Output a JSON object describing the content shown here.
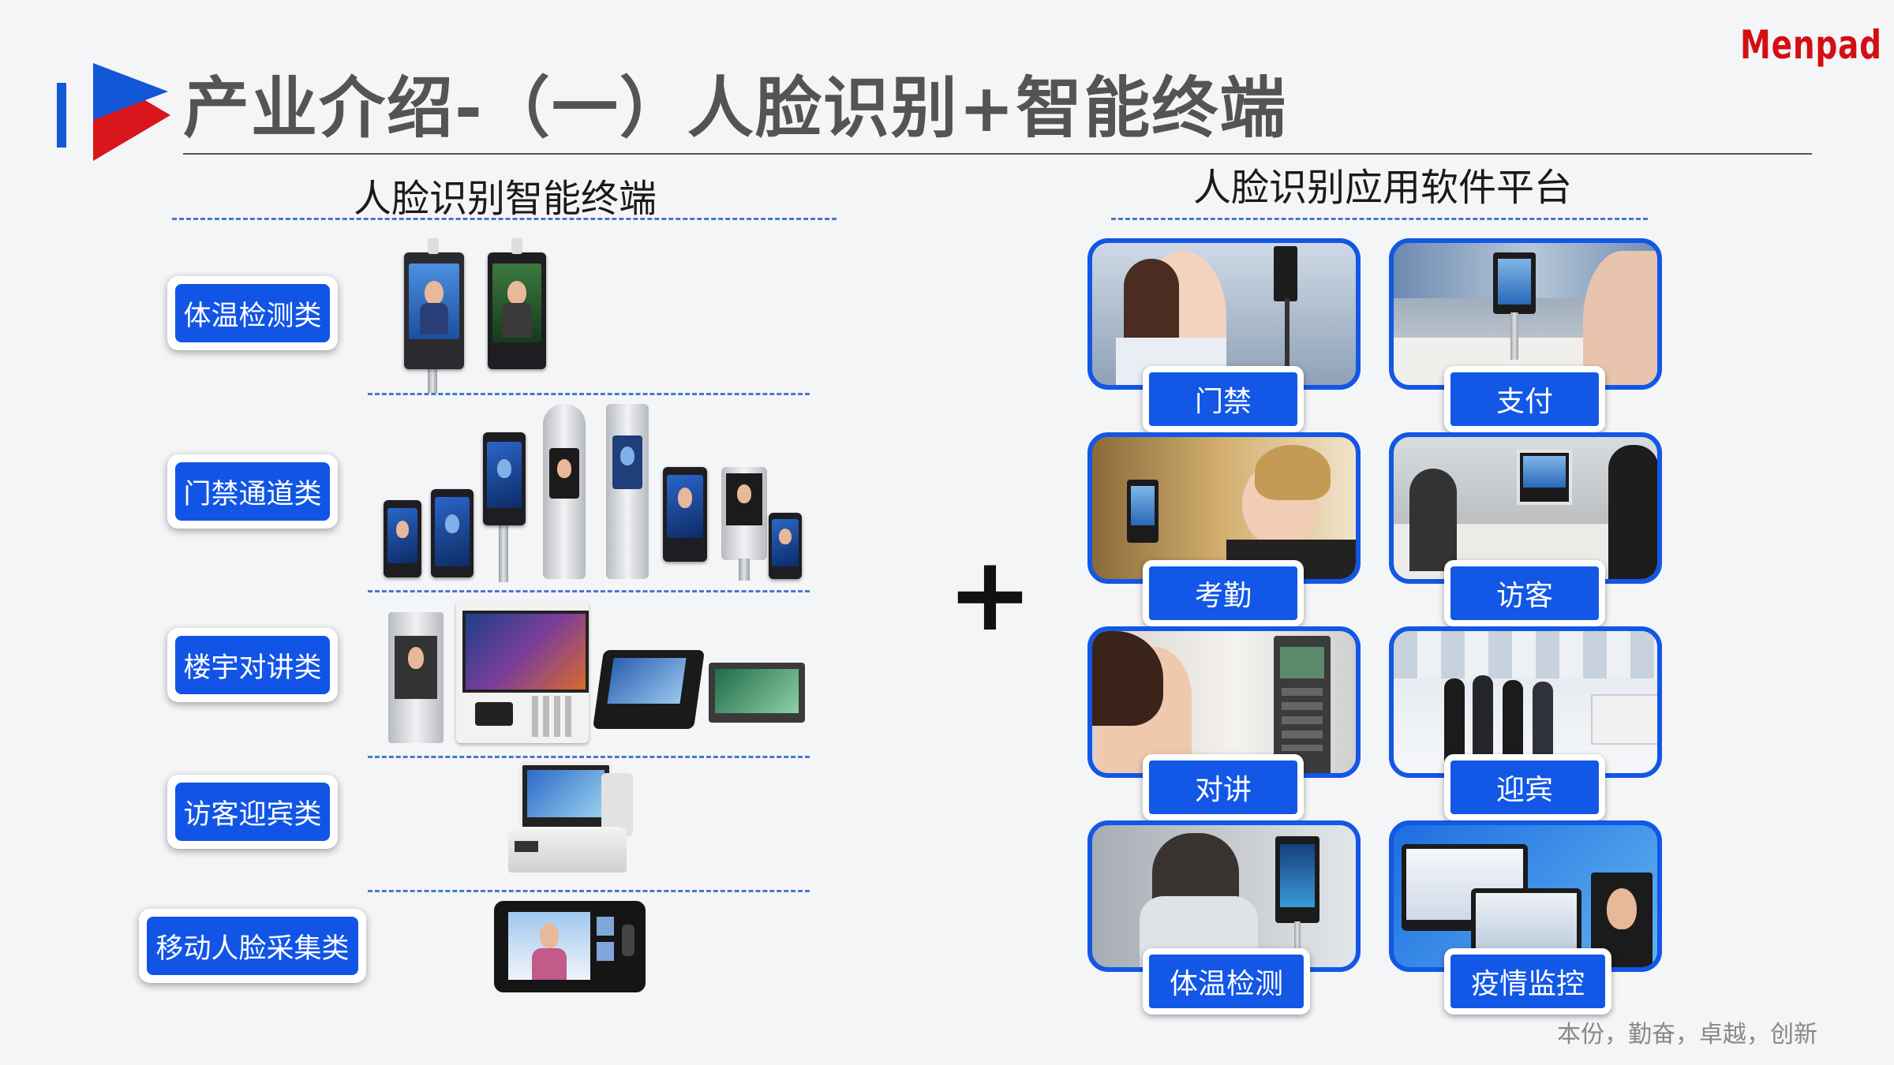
{
  "header": {
    "title": "产业介绍-（一）人脸识别+智能终端",
    "logo": "Menpad"
  },
  "left": {
    "heading": "人脸识别智能终端",
    "categories": [
      "体温检测类",
      "门禁通道类",
      "楼宇对讲类",
      "访客迎宾类",
      "移动人脸采集类"
    ]
  },
  "center": {
    "plus": "+"
  },
  "right": {
    "heading": "人脸识别应用软件平台",
    "tiles": [
      "门禁",
      "支付",
      "考勤",
      "访客",
      "对讲",
      "迎宾",
      "体温检测",
      "疫情监控"
    ]
  },
  "footer": {
    "slogan": "本份，勤奋，卓越，创新"
  },
  "colors": {
    "accent_blue": "#1257e6",
    "accent_red": "#d8161c",
    "logo_red": "#d40e14"
  }
}
